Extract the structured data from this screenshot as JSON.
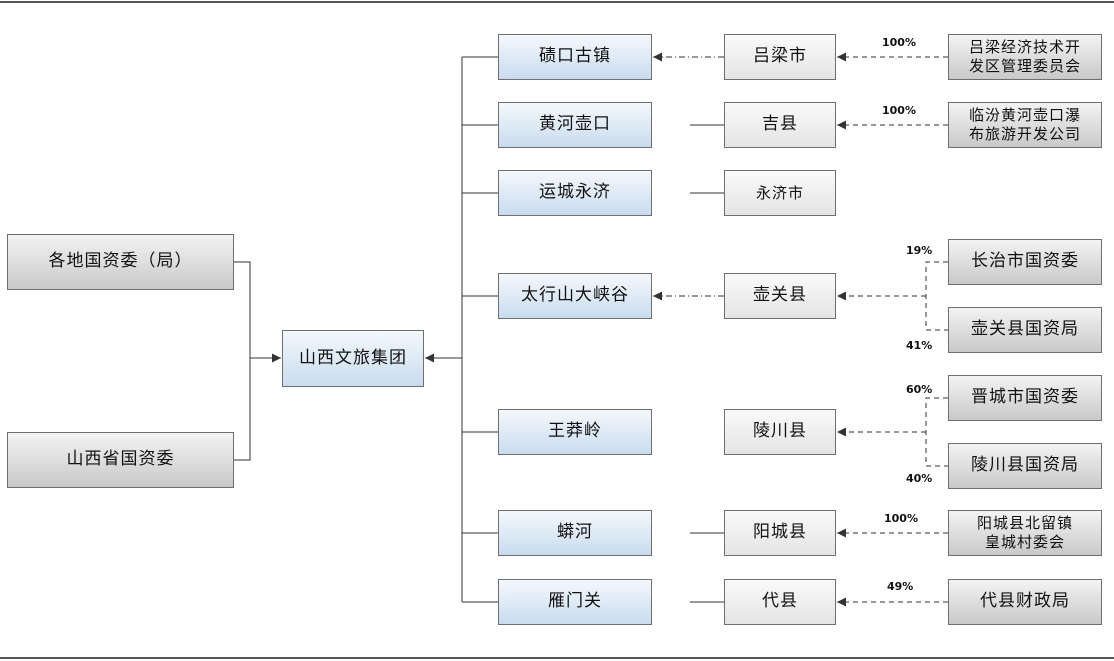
{
  "owners": [
    "各地国资委（局）",
    "山西省国资委"
  ],
  "group": "山西文旅集团",
  "projects": [
    "碛口古镇",
    "黄河壶口",
    "运城永济",
    "太行山大峡谷",
    "王莽岭",
    "蟒河",
    "雁门关"
  ],
  "counties": [
    "吕梁市",
    "吉县",
    "永济市",
    "壶关县",
    "陵川县",
    "阳城县",
    "代县"
  ],
  "holders": {
    "lvliang": [
      "吕梁经济技术开",
      "发区管理委员会"
    ],
    "jixian": [
      "临汾黄河壶口瀑",
      "布旅游开发公司"
    ],
    "changzhi": "长治市国资委",
    "huguan": "壶关县国资局",
    "jincheng": "晋城市国资委",
    "lingchuan": "陵川县国资局",
    "yangcheng": [
      "阳城县北留镇",
      "皇城村委会"
    ],
    "daixian": "代县财政局"
  },
  "percentages": {
    "lvliang": "100%",
    "jixian": "100%",
    "changzhi": "19%",
    "huguan": "41%",
    "jincheng": "60%",
    "lingchuan": "40%",
    "yangcheng": "100%",
    "daixian": "49%"
  }
}
